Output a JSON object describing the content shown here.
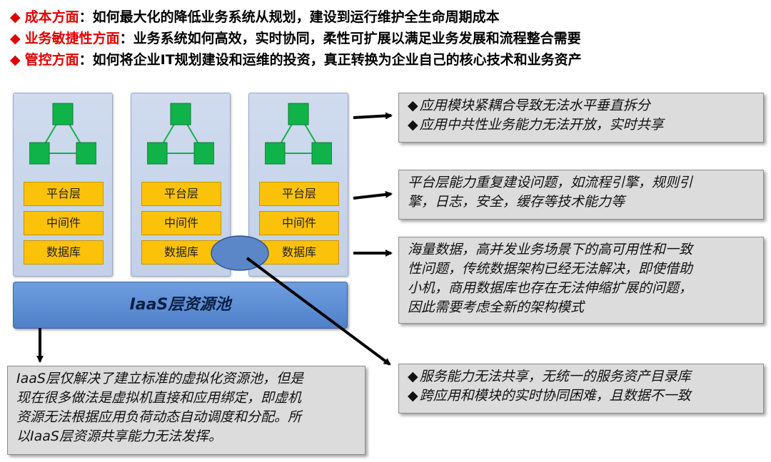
{
  "header": {
    "items": [
      {
        "key": "成本方面",
        "text": "：如何最大化的降低业务系统从规划，建设到运行维护全生命周期成本"
      },
      {
        "key": "业务敏捷性方面",
        "text": "：业务系统如何高效，实时协同，柔性可扩展以满足业务发展和流程整合需要"
      },
      {
        "key": "管控方面",
        "text": "：如何将企业IT规划建设和运维的投资，真正转换为企业自己的核心技术和业务资产"
      }
    ],
    "bullet_symbol": "◆",
    "bullet_color": "#e00000"
  },
  "columns": [
    {
      "layers": [
        "平台层",
        "中间件",
        "数据库"
      ]
    },
    {
      "layers": [
        "平台层",
        "中间件",
        "数据库"
      ]
    },
    {
      "layers": [
        "平台层",
        "中间件",
        "数据库"
      ]
    }
  ],
  "iaas": {
    "label": "IaaS层资源池"
  },
  "notes": {
    "note1": {
      "lines": [
        "应用模块紧耦合导致无法水平垂直拆分",
        "应用中共性业务能力无法开放，实时共享"
      ],
      "bullet": "◆"
    },
    "note2": {
      "lines": [
        "平台层能力重复建设问题，如流程引擎，规则引",
        "擎，日志，安全，缓存等技术能力等"
      ]
    },
    "note3": {
      "lines": [
        "海量数据，高并发业务场景下的高可用性和一致",
        "性问题，传统数据架构已经无法解决，即使借助",
        "小机，商用数据库也存在无法伸缩扩展的问题，",
        "因此需要考虑全新的架构模式"
      ]
    },
    "note4": {
      "lines": [
        "服务能力无法共享，无统一的服务资产目录库",
        "跨应用和模块的实时协同困难，且数据不一致"
      ],
      "bullet": "◆"
    },
    "note5": {
      "lines": [
        "IaaS层仅解决了建立标准的虚拟化资源池，但是",
        "现在很多做法是虚拟机直接和应用绑定，即虚机",
        "资源无法根据应用负荷动态自动调度和分配。所",
        "以IaaS层资源共享能力无法发挥。"
      ]
    }
  },
  "colors": {
    "layer_fill": "#fcc20a",
    "node_fill": "#10b34a",
    "iaas_fill": "#5a8ad4",
    "note_fill": "#dcdcdc",
    "ellipse_fill": "#5b86c8"
  }
}
